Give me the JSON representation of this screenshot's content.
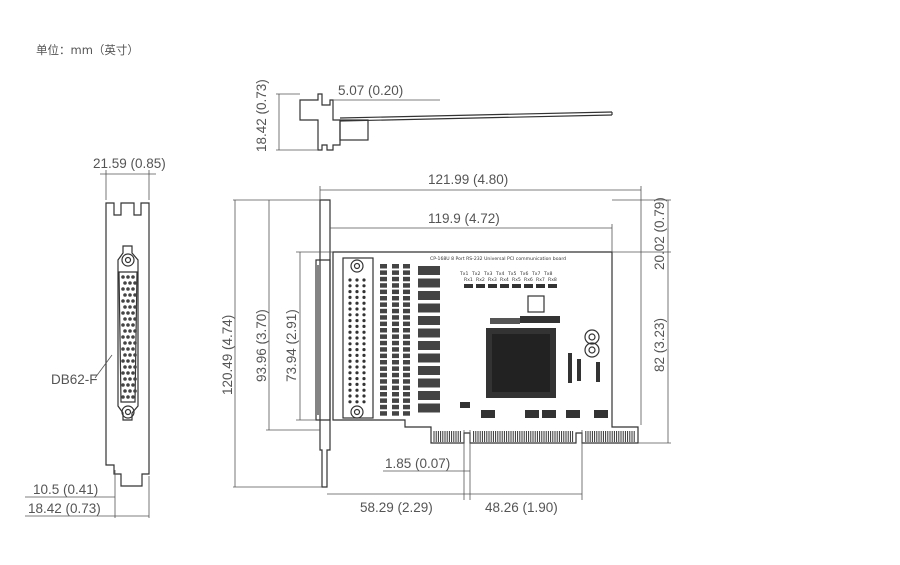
{
  "unit_label": "单位：mm（英寸）",
  "dimensions": {
    "side_offset": "5.07 (0.20)",
    "side_height": "18.42 (0.73)",
    "bracket_width": "21.59 (0.85)",
    "connector": "DB62-F",
    "bottom_tab": "10.5 (0.41)",
    "bottom_tab_total": "18.42 (0.73)",
    "total_length": "121.99 (4.80)",
    "board_length": "119.9 (4.72)",
    "total_height": "120.49 (4.74)",
    "height_2": "93.96 (3.70)",
    "height_3": "73.94 (2.91)",
    "top_offset": "20.02 (0.79)",
    "right_height": "82 (3.23)",
    "key_offset": "1.85 (0.07)",
    "to_key": "58.29 (2.29)",
    "key_to_end": "48.26 (1.90)"
  },
  "board_title": "CP-168U  8 Port RS-232 Universal  PCI communication board",
  "led_labels": [
    "Tx1",
    "Tx2",
    "Tx3",
    "Tx4",
    "Tx5",
    "Tx6",
    "Tx7",
    "Tx8"
  ],
  "led_labels_rx": [
    "Rx1",
    "Rx2",
    "Rx3",
    "Rx4",
    "Rx5",
    "Rx6",
    "Rx7",
    "Rx8"
  ]
}
